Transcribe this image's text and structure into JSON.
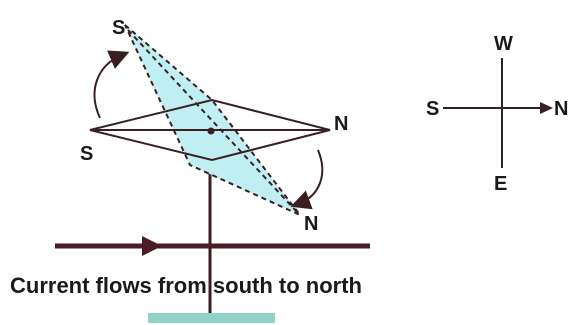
{
  "needle_original": {
    "south_label": "S",
    "north_label": "N"
  },
  "needle_deflected": {
    "south_label": "S",
    "north_label": "N"
  },
  "compass_rose": {
    "top_label": "W",
    "bottom_label": "E",
    "left_label": "S",
    "right_label": "N"
  },
  "caption": "Current flows from south to north",
  "colors": {
    "needle_fill": "#bfeff2",
    "line": "#3a1f22",
    "wire": "#4a1c28",
    "stand": "#3a1f22",
    "base_bar": "#8fd3c8"
  }
}
